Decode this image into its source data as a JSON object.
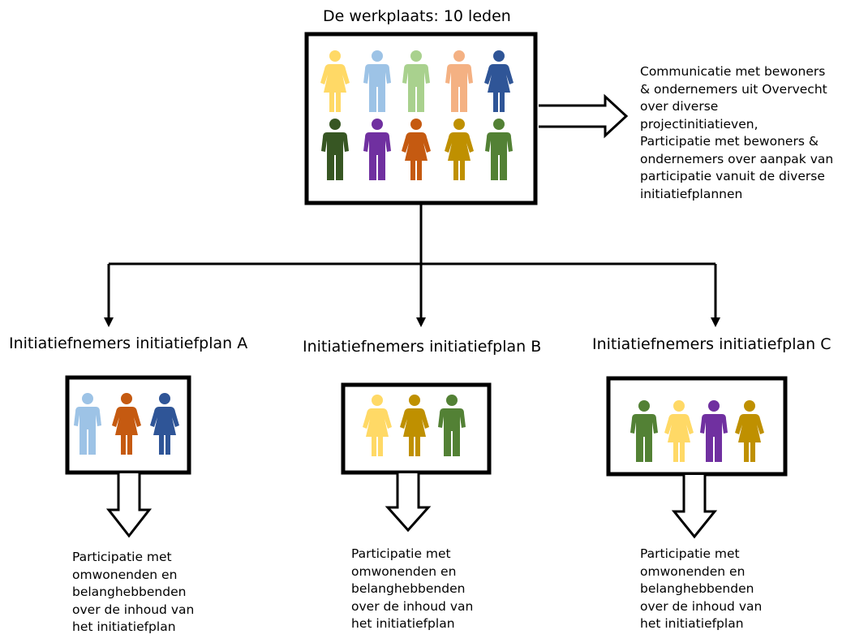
{
  "workplace": {
    "title": "De werkplaats: 10 leden",
    "people": [
      {
        "gender": "female",
        "color": "#FFD966"
      },
      {
        "gender": "male",
        "color": "#9DC3E6"
      },
      {
        "gender": "male",
        "color": "#A9D18E"
      },
      {
        "gender": "male",
        "color": "#F4B183"
      },
      {
        "gender": "female",
        "color": "#2F5597"
      },
      {
        "gender": "male",
        "color": "#375623"
      },
      {
        "gender": "male",
        "color": "#7030A0"
      },
      {
        "gender": "female",
        "color": "#C55A11"
      },
      {
        "gender": "female",
        "color": "#BF9000"
      },
      {
        "gender": "male",
        "color": "#538135"
      }
    ],
    "note_lines": [
      "Communicatie met bewoners",
      "& ondernemers uit Overvecht",
      "over diverse",
      "projectinitiatieven,",
      "Participatie met bewoners &",
      "ondernemers over aanpak van",
      "participatie vanuit de diverse",
      "initiatiefplannen"
    ]
  },
  "groups": [
    {
      "title": "Initiatiefnemers initiatiefplan A",
      "people": [
        {
          "gender": "male",
          "color": "#9DC3E6"
        },
        {
          "gender": "female",
          "color": "#C55A11"
        },
        {
          "gender": "female",
          "color": "#2F5597"
        }
      ],
      "note_lines": [
        "Participatie met",
        "omwonenden en",
        "belanghebbenden",
        "over de inhoud van",
        "het initiatiefplan"
      ]
    },
    {
      "title": "Initiatiefnemers initiatiefplan B",
      "people": [
        {
          "gender": "female",
          "color": "#FFD966"
        },
        {
          "gender": "female",
          "color": "#BF9000"
        },
        {
          "gender": "male",
          "color": "#538135"
        }
      ],
      "note_lines": [
        "Participatie met",
        "omwonenden en",
        "belanghebbenden",
        "over de inhoud van",
        "het initiatiefplan"
      ]
    },
    {
      "title": "Initiatiefnemers initiatiefplan C",
      "people": [
        {
          "gender": "male",
          "color": "#538135"
        },
        {
          "gender": "female",
          "color": "#FFD966"
        },
        {
          "gender": "male",
          "color": "#7030A0"
        },
        {
          "gender": "female",
          "color": "#BF9000"
        }
      ],
      "note_lines": [
        "Participatie met",
        "omwonenden en",
        "belanghebbenden",
        "over de inhoud van",
        "het initiatiefplan"
      ]
    }
  ]
}
